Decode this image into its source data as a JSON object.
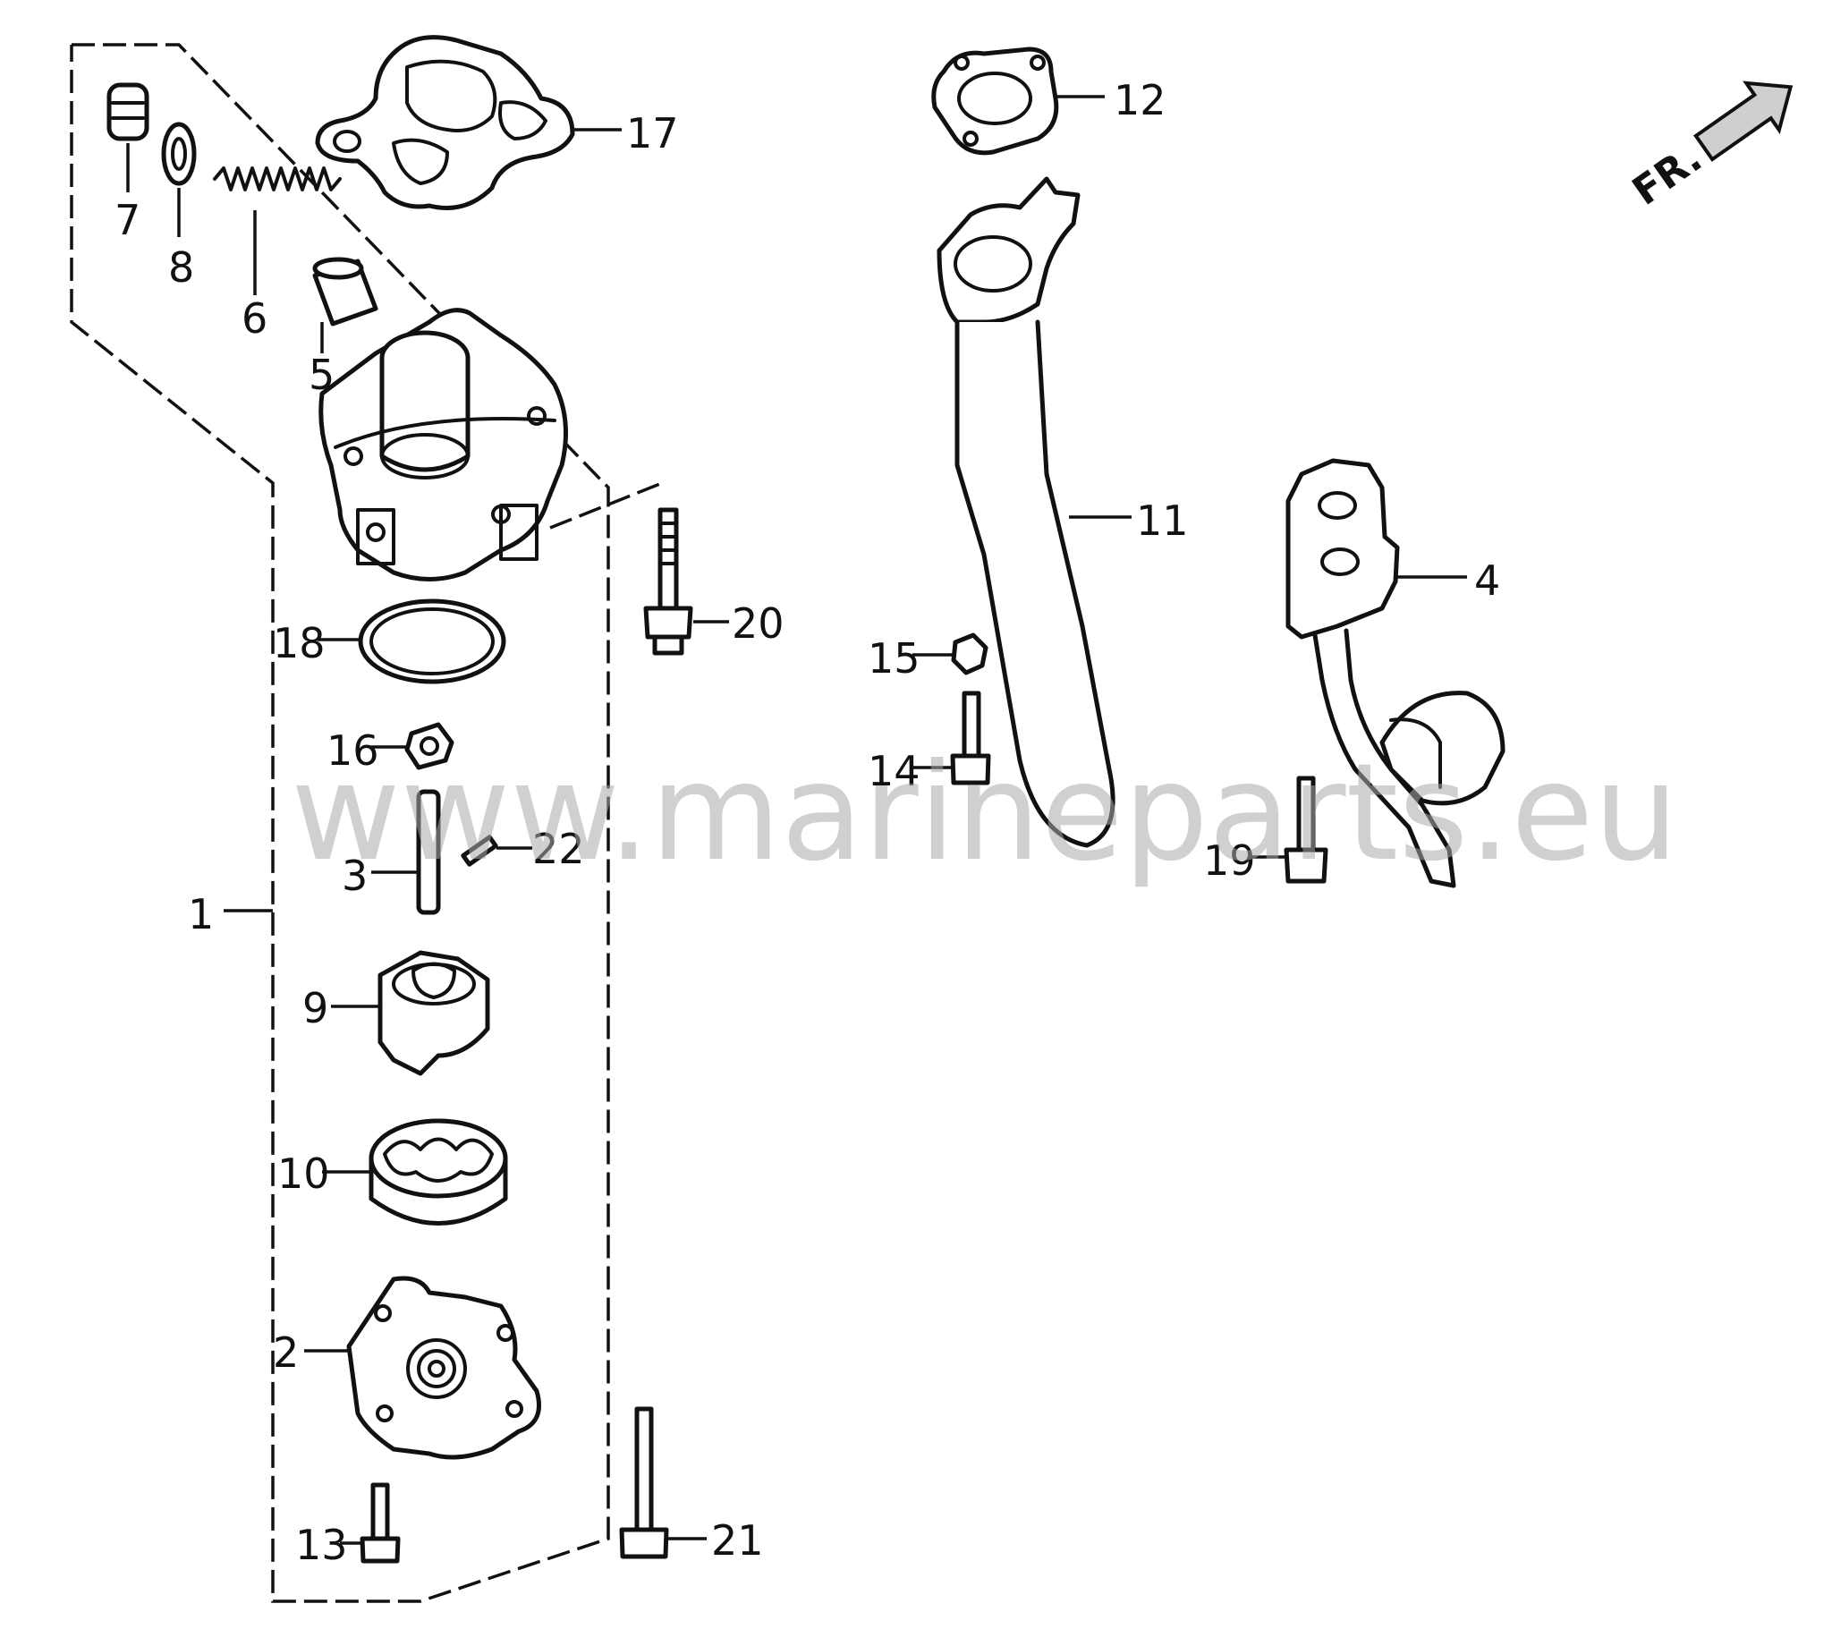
{
  "watermark": "www.marineparts.eu",
  "direction": {
    "label": "FR."
  },
  "part_labels": {
    "p1": "1",
    "p2": "2",
    "p3": "3",
    "p4": "4",
    "p5": "5",
    "p6": "6",
    "p7": "7",
    "p8": "8",
    "p9": "9",
    "p10": "10",
    "p11": "11",
    "p12": "12",
    "p13": "13",
    "p14": "14",
    "p15": "15",
    "p16": "16",
    "p17": "17",
    "p18": "18",
    "p19": "19",
    "p20": "20",
    "p21": "21",
    "p22": "22"
  }
}
